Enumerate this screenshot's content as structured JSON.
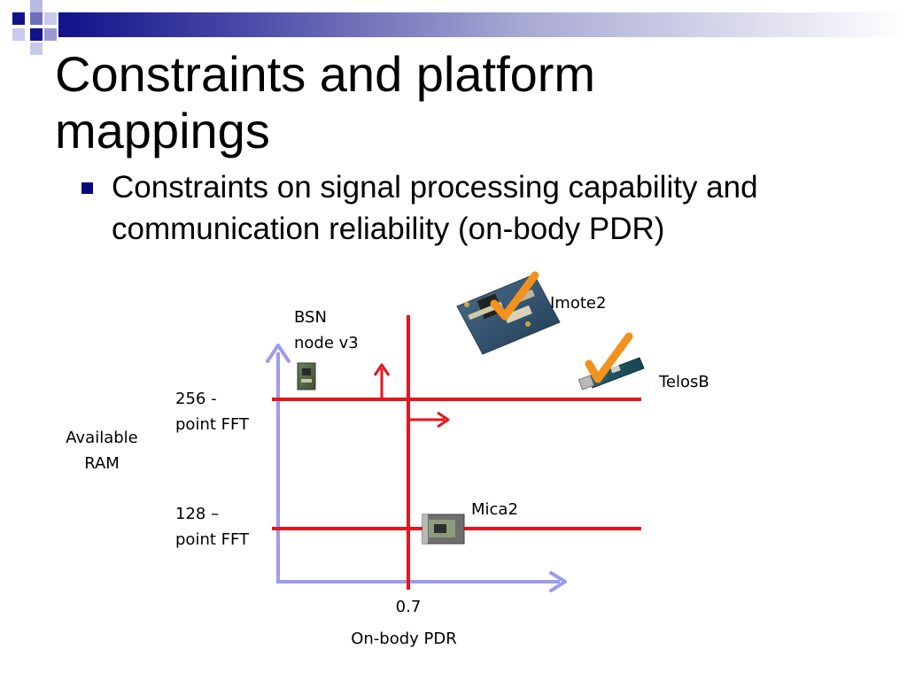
{
  "slide": {
    "title_lines": [
      "Constraints and platform",
      "mappings"
    ],
    "bullet_lines": [
      "Constraints on signal processing capability and",
      "communication reliability (on-body PDR)"
    ]
  },
  "diagram": {
    "y_axis_label_lines": [
      "Available",
      "RAM"
    ],
    "x_axis_label": "On-body PDR",
    "threshold_label": "0.7",
    "level_256_lines": [
      "256 -",
      "point FFT"
    ],
    "level_128_lines": [
      "128 –",
      "point FFT"
    ],
    "platforms": {
      "bsn_lines": [
        "BSN",
        "node v3"
      ],
      "imote2": "Imote2",
      "telosb": "TelosB",
      "mica2": "Mica2"
    }
  },
  "colors": {
    "accent_red": "#e8141c",
    "axis_blue": "#9b9bef",
    "check_orange": "#f2921e",
    "title_bar_navy": "#12128a"
  },
  "icons": [
    "check-mark-icon",
    "bullet-square-icon"
  ]
}
